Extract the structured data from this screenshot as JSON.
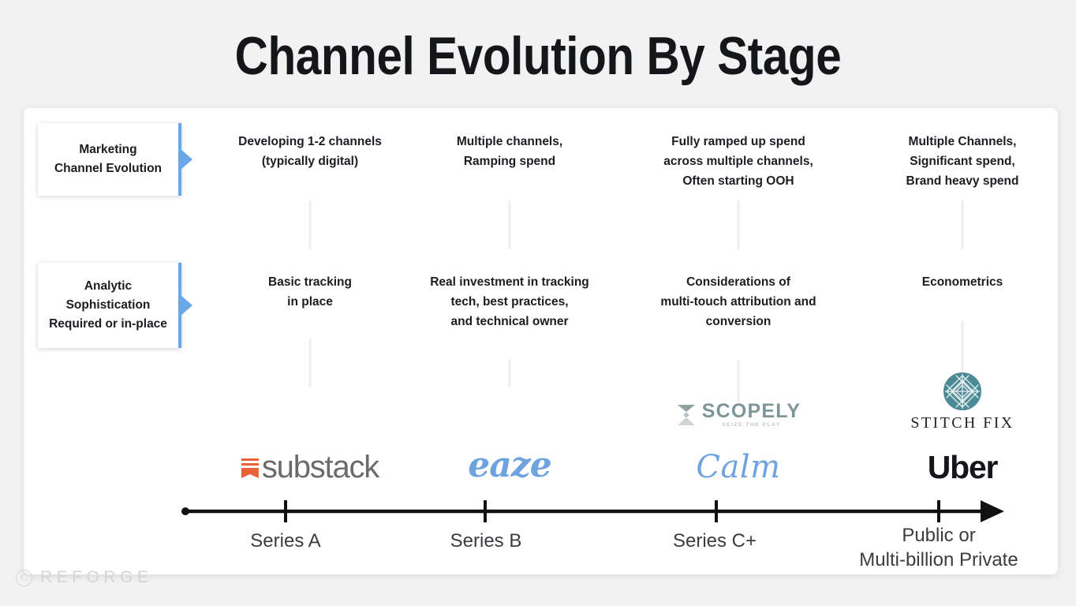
{
  "title": "Channel Evolution By Stage",
  "row_labels": [
    {
      "id": "marketing",
      "text": "Marketing\nChannel Evolution"
    },
    {
      "id": "analytic",
      "text": "Analytic\nSophistication\nRequired or in-place"
    }
  ],
  "columns": [
    {
      "stage": "Series A",
      "marketing": "Developing 1-2 channels\n(typically digital)",
      "analytic": "Basic tracking\nin place",
      "company": "substack",
      "company_wordmark": "substack"
    },
    {
      "stage": "Series B",
      "marketing": "Multiple channels,\nRamping spend",
      "analytic": "Real investment in tracking\ntech, best practices,\nand technical owner",
      "company": "eaze",
      "company_wordmark": "eaze"
    },
    {
      "stage": "Series C+",
      "marketing": "Fully ramped up spend\nacross multiple channels,\nOften starting OOH",
      "analytic": "Considerations of\nmulti-touch attribution and\nconversion",
      "company": "calm",
      "company_wordmark": "Calm",
      "extra_company": "scopely",
      "extra_company_wordmark": "SCOPELY",
      "extra_company_tagline": "SEIZE THE PLAY"
    },
    {
      "stage": "Public or\nMulti-billion Private",
      "marketing": "Multiple Channels,\nSignificant spend,\nBrand heavy spend",
      "analytic": "Econometrics",
      "company": "uber",
      "company_wordmark": "Uber",
      "extra_company": "stitch-fix",
      "extra_company_wordmark": "STITCH FIX"
    }
  ],
  "watermark": {
    "mark": "C",
    "text": "REFORGE"
  },
  "colors": {
    "background": "#f2f2f2",
    "card": "#ffffff",
    "accent_blue": "#6aa6e8",
    "text": "#1c1d21",
    "axis": "#111111",
    "connector": "#eceef0",
    "substack_orange": "#e8633a",
    "eaze_blue": "#6fa3e0",
    "calm_blue": "#6fa3e0",
    "scopely_gray": "#7f9699",
    "stitchfix_teal": "#4a8a96",
    "watermark_gray": "#d2d4d6"
  }
}
